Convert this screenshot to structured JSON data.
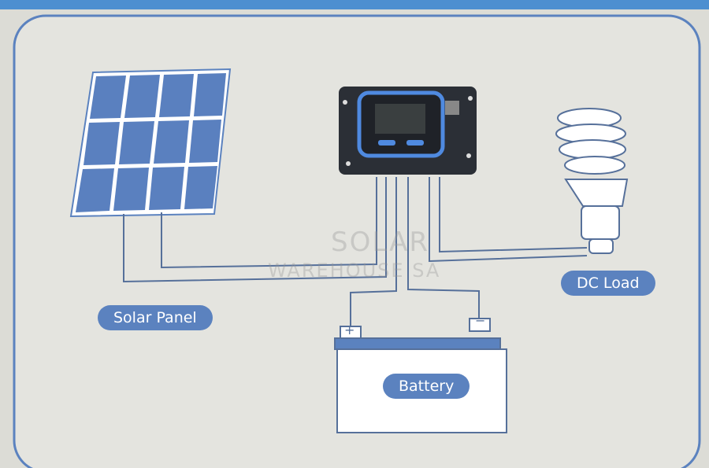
{
  "labels": {
    "solar_panel": "Solar Panel",
    "dc_load": "DC Load",
    "battery": "Battery"
  },
  "watermark": {
    "line1": "SOLAR",
    "line2": "WAREHOUSE SA"
  },
  "battery_terminals": {
    "positive": "+",
    "negative": "−"
  },
  "colors": {
    "accent": "#5b82bf",
    "line": "#4f6f9f",
    "panel_cell": "#5a80bf",
    "controller": "#2b2f36",
    "background": "#e3e3dd"
  }
}
